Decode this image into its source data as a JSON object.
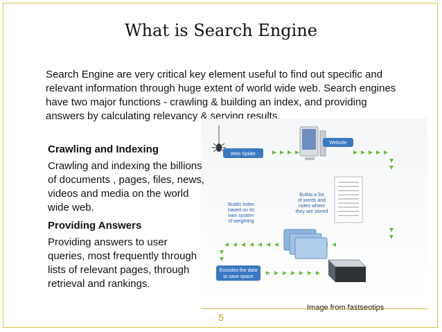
{
  "slide": {
    "title": "What is Search Engine",
    "intro": "Search Engine are very critical key element useful to find out specific and relevant information through huge extent of world wide web. Search engines have two major functions - crawling & building an index, and providing answers by calculating relevancy & serving results.",
    "sections": [
      {
        "heading": "Crawling and Indexing",
        "body": "Crawling and indexing the billions of  documents , pages, files, news, videos and media on the world wide web."
      },
      {
        "heading": "Providing Answers",
        "body": "Providing answers to user queries, most frequently through lists of relevant pages, through retrieval and rankings."
      }
    ],
    "image_caption": "Image from fastseotips",
    "page_number": "5"
  },
  "diagram": {
    "web_spider": "Web Spider",
    "website": "Website",
    "builds_list": [
      "Builds a list",
      "of words and",
      "notes where",
      "they are stored"
    ],
    "builds_index": [
      "Builds index",
      "based on its",
      "own system",
      "of weighting"
    ],
    "encodes": [
      "Encodes the data",
      "to save space"
    ]
  }
}
